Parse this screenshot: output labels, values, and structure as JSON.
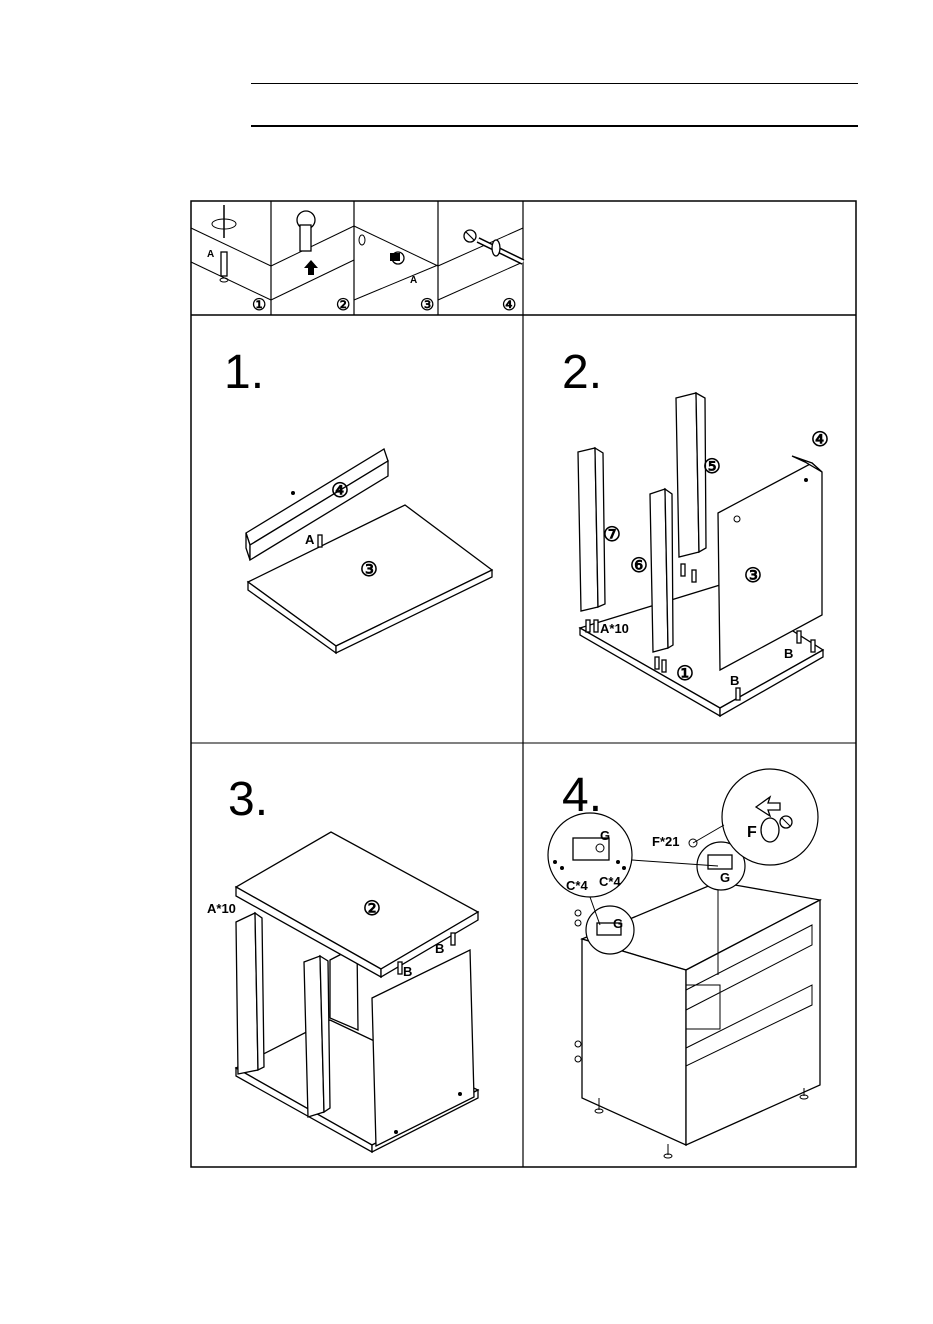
{
  "tips": [
    {
      "num": "①",
      "hardware_label": "A"
    },
    {
      "num": "②"
    },
    {
      "num": "③",
      "hardware_label": "A"
    },
    {
      "num": "④"
    }
  ],
  "steps": [
    {
      "label": "1.",
      "parts": [
        "④",
        "③"
      ],
      "callouts": [
        "A"
      ]
    },
    {
      "label": "2.",
      "parts": [
        "④",
        "⑤",
        "⑦",
        "⑥",
        "③",
        "①"
      ],
      "callouts": [
        "A*10",
        "B",
        "B"
      ]
    },
    {
      "label": "3.",
      "parts": [
        "②"
      ],
      "callouts": [
        "A*10",
        "B",
        "B"
      ]
    },
    {
      "label": "4.",
      "parts": [],
      "callouts": [
        "F*21",
        "F",
        "G",
        "G",
        "G",
        "C*4",
        "C*4"
      ]
    }
  ]
}
